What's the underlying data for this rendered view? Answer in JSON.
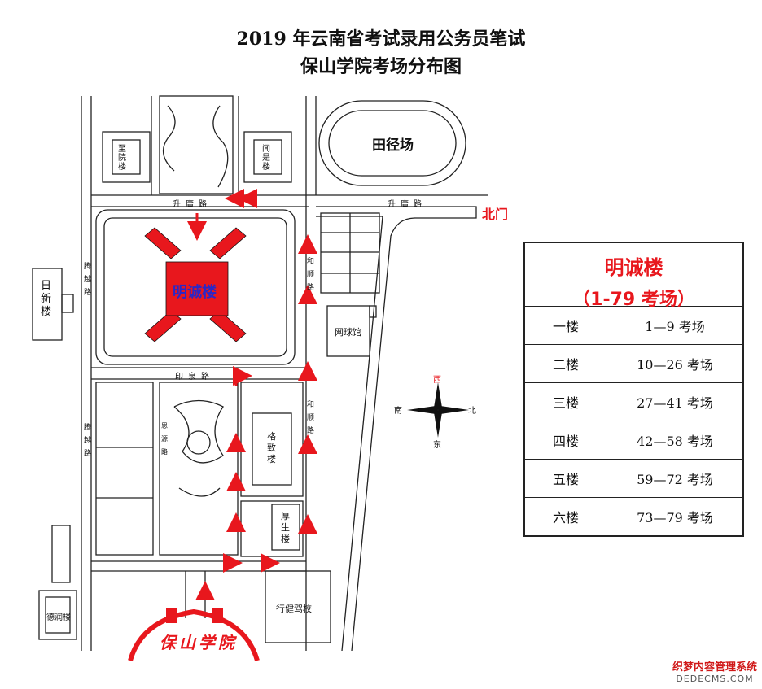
{
  "title": {
    "line1": "2019 年云南省考试录用公务员笔试",
    "line2": "保山学院考场分布图"
  },
  "map": {
    "buildings": {
      "zhiyuan": "至院楼",
      "rixin": "日新楼",
      "wenshi": "闻是楼",
      "mingcheng": "明诚楼",
      "wangqiu": "网球馆",
      "gezhi": "格致楼",
      "housheng": "厚生楼",
      "xingjian": "行健驾校",
      "deyun": "德润楼"
    },
    "stadium": "田径场",
    "roads": {
      "shengyong_left": "升庸路",
      "shengyong_right": "升庸路",
      "yinquan": "印泉路",
      "tengyue_top": "腾越路",
      "tengyue_bottom": "腾越路",
      "heshun_top": "和顺路",
      "heshun_bottom": "和顺路",
      "path_mid": "思源路"
    },
    "north_gate": "北门",
    "compass": {
      "n": "北",
      "s": "南",
      "w": "西",
      "e": "东"
    },
    "school_name": "保山学院"
  },
  "legend": {
    "title": "明诚楼",
    "subtitle": "（1-79 考场）",
    "rows": [
      {
        "floor": "一楼",
        "rooms": "1—9 考场"
      },
      {
        "floor": "二楼",
        "rooms": "10—26 考场"
      },
      {
        "floor": "三楼",
        "rooms": "27—41 考场"
      },
      {
        "floor": "四楼",
        "rooms": "42—58 考场"
      },
      {
        "floor": "五楼",
        "rooms": "59—72 考场"
      },
      {
        "floor": "六楼",
        "rooms": "73—79 考场"
      }
    ]
  },
  "watermark": {
    "line1": "织梦内容管理系统",
    "line2": "DEDECMS.COM"
  },
  "colors": {
    "accent": "#e8171d",
    "mingcheng_text": "#2a27c8",
    "line": "#222222"
  }
}
